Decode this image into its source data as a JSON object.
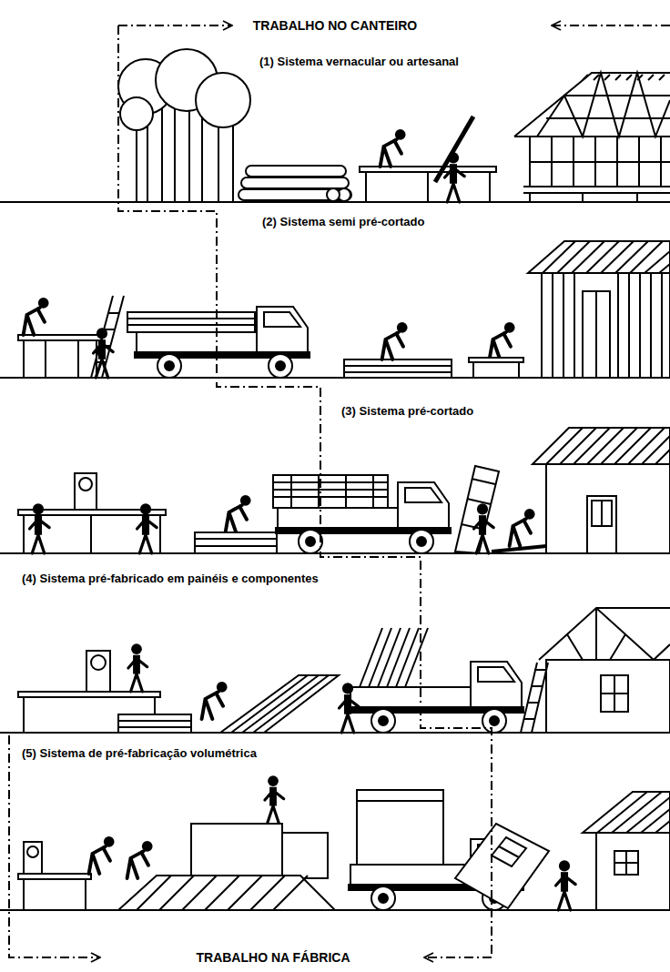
{
  "diagram": {
    "labels": [
      "TRABALHO NO CANTEIRO",
      "(1) Sistema vernacular ou artesanal",
      "(2) Sistema semi pré-cortado",
      "(3) Sistema pré-cortado",
      "(4) Sistema pré-fabricado em painéis e componentes",
      "(5) Sistema de pré-fabricação volumétrica",
      "TRABALHO NA FÁBRICA"
    ]
  }
}
